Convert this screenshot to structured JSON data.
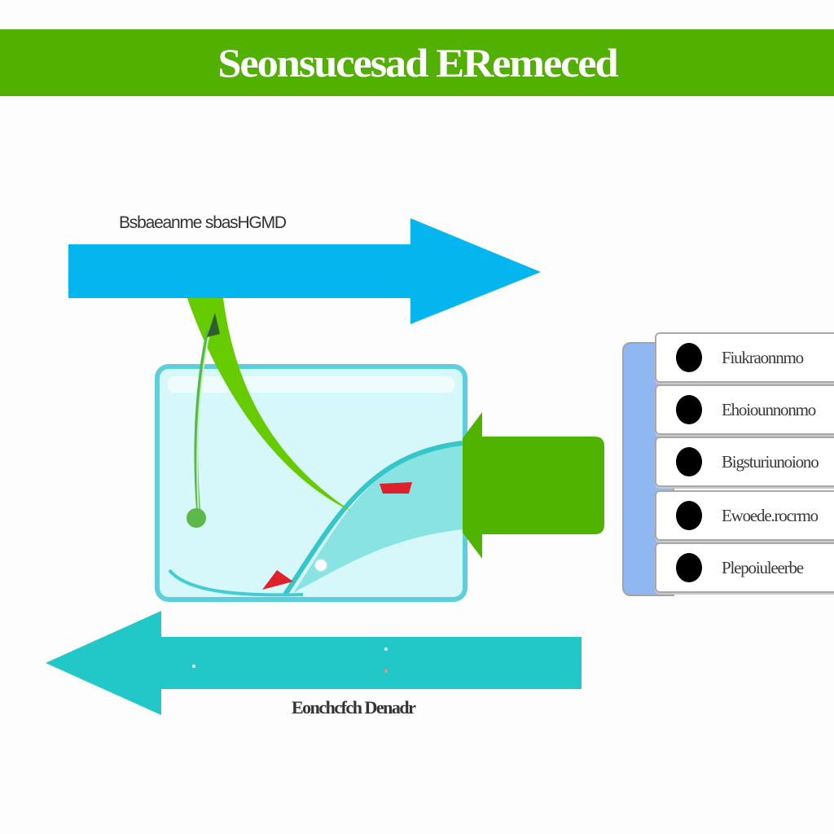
{
  "title": "Seonsucesad ERemeced",
  "top_arrow_label": "Bsbaeanme sbasHGMD",
  "bottom_arrow_label": "Eonchcfch Denadr",
  "stack_items": [
    {
      "label": "Fiukraonnmo"
    },
    {
      "label": "Ehoiounnonmo"
    },
    {
      "label": "Bigsturiunoiono"
    },
    {
      "label": "Ewoede.rocrmo"
    },
    {
      "label": "Plepoiuleerbe"
    }
  ],
  "colors": {
    "title_bar": "#52b000",
    "top_arrow": "#05b6ee",
    "bottom_arrow": "#22c7c7",
    "tank_fill": "#d6f8fb",
    "tank_border": "#5ccfdc",
    "green_feed": "#59b300",
    "marker_red": "#e0202a",
    "stack_side": "#8fb7f2"
  }
}
